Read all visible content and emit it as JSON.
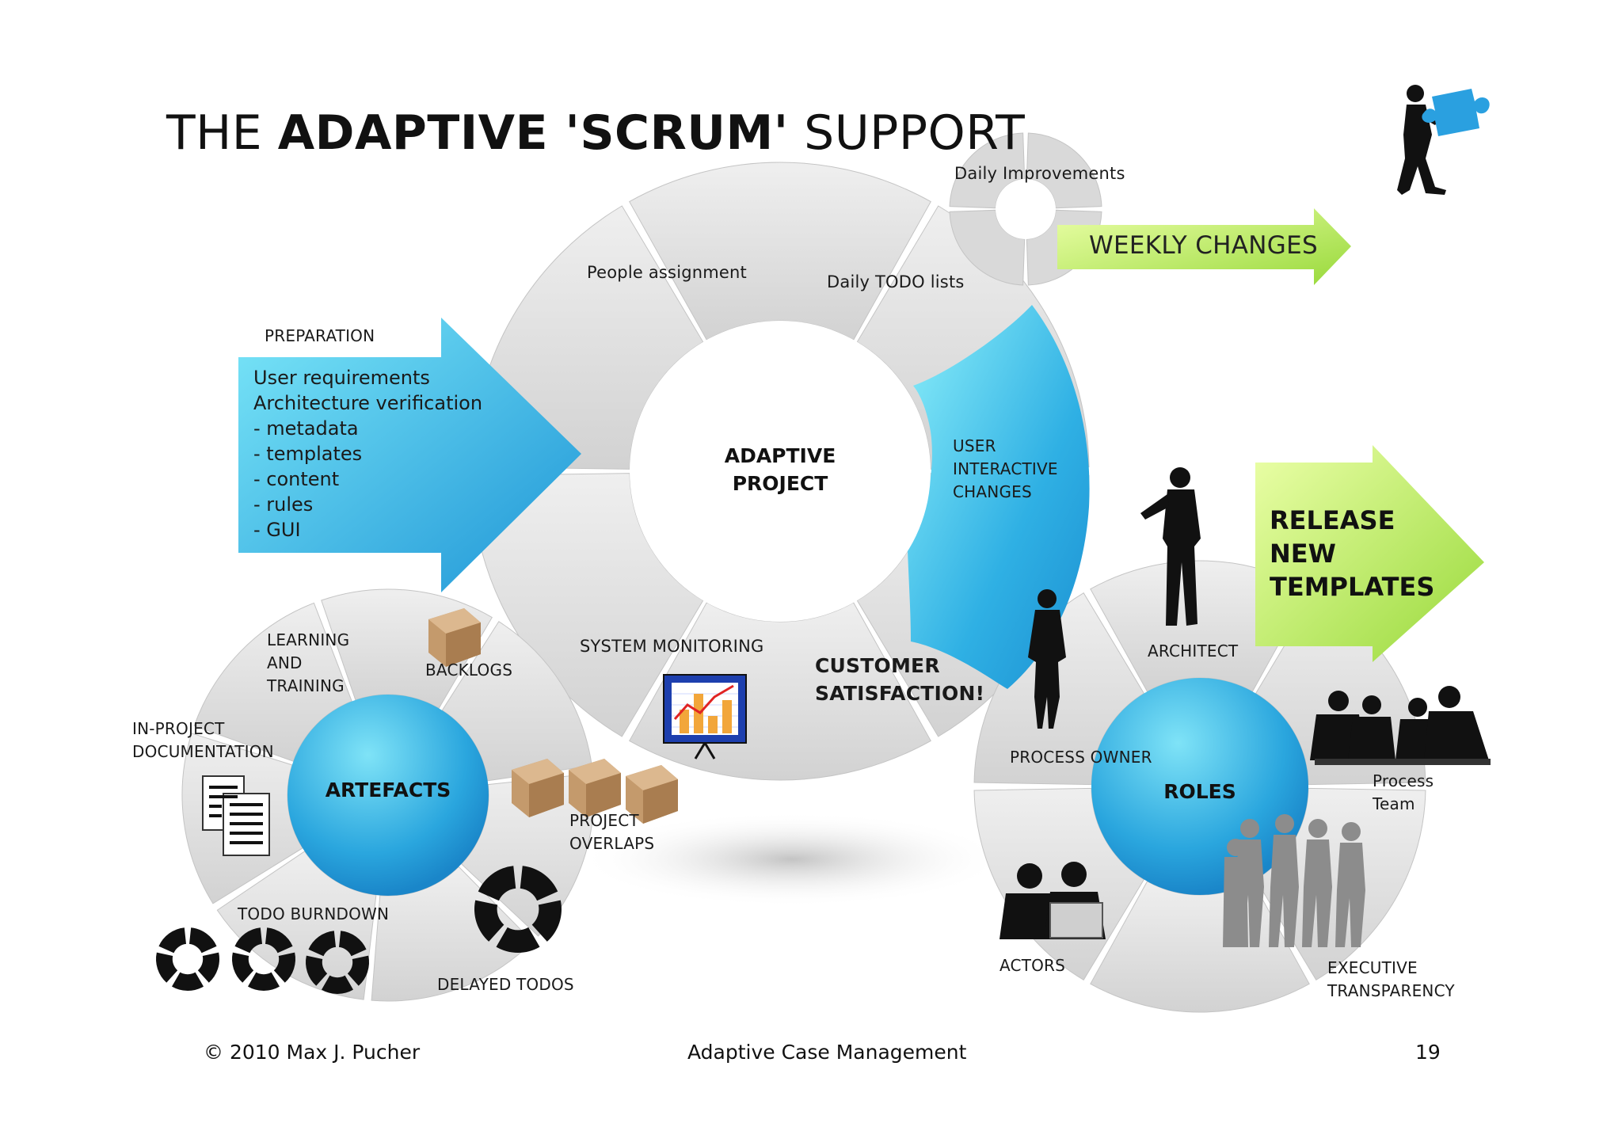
{
  "title": {
    "prefix": "THE ",
    "bold": "ADAPTIVE 'SCRUM'",
    "suffix": " SUPPORT"
  },
  "colors": {
    "blue": "#29a3dc",
    "blue_light": "#7fe3f7",
    "green": "#b7ea4a",
    "green_light": "#e8ffa0",
    "segment": "#dcdcdc"
  },
  "main_cycle": {
    "center_line1": "ADAPTIVE",
    "center_line2": "PROJECT",
    "people_assignment": "People assignment",
    "daily_todo": "Daily TODO lists",
    "user_interactive": [
      "USER",
      "INTERACTIVE",
      "CHANGES"
    ],
    "system_monitoring": "SYSTEM MONITORING",
    "customer_satisfaction": [
      "CUSTOMER",
      "SATISFACTION!"
    ]
  },
  "preparation": {
    "heading": "PREPARATION",
    "lines": [
      "User requirements",
      "Architecture verification",
      "- metadata",
      "- templates",
      "- content",
      "- rules",
      "- GUI"
    ]
  },
  "small_cycle": {
    "label": "Daily Improvements"
  },
  "weekly_arrow": {
    "label": "WEEKLY CHANGES"
  },
  "release_arrow": {
    "lines": [
      "RELEASE",
      "NEW",
      "TEMPLATES"
    ]
  },
  "artefacts": {
    "center": "ARTEFACTS",
    "learning": [
      "LEARNING",
      "AND",
      "TRAINING"
    ],
    "backlogs": "BACKLOGS",
    "documentation": [
      "IN-PROJECT",
      "DOCUMENTATION"
    ],
    "overlaps": [
      "PROJECT",
      "OVERLAPS"
    ],
    "todo_burndown": "TODO BURNDOWN",
    "delayed_todos": "DELAYED TODOS"
  },
  "roles": {
    "center": "ROLES",
    "architect": "ARCHITECT",
    "process_owner": "PROCESS OWNER",
    "process_team": [
      "Process",
      "Team"
    ],
    "actors": "ACTORS",
    "executive": [
      "EXECUTIVE",
      "TRANSPARENCY"
    ]
  },
  "footer": {
    "copyright": "© 2010 Max J. Pucher",
    "center": "Adaptive Case Management",
    "page": "19"
  }
}
